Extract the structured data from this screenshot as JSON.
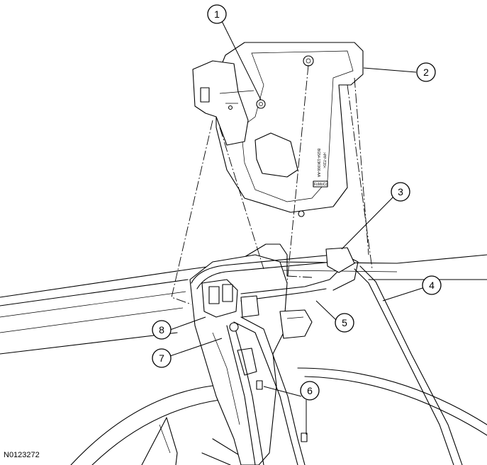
{
  "figure_id": "N0123272",
  "part_marking": {
    "line1": "BG54-13K066-AA",
    "line2": ">PP-T20<",
    "logo": "FoMoCo"
  },
  "callouts": [
    "1",
    "2",
    "3",
    "4",
    "5",
    "6",
    "7",
    "8"
  ]
}
